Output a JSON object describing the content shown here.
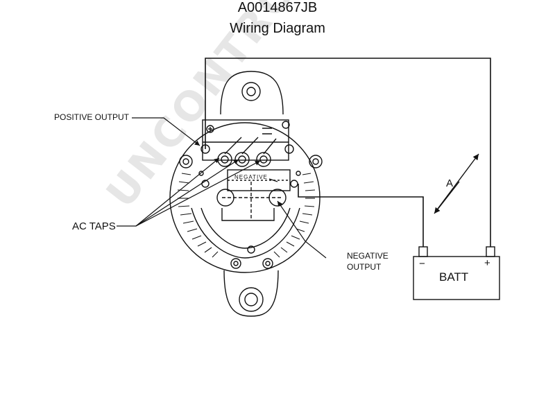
{
  "header": {
    "part_number": "A0014867JB",
    "title": "Wiring Diagram"
  },
  "labels": {
    "positive_output": "POSITIVE OUTPUT",
    "ac_taps": "AC TAPS",
    "negative_output_line1": "NEGATIVE",
    "negative_output_line2": "OUTPUT",
    "negative_plate": "NEGATIVE",
    "dimension": "A"
  },
  "battery": {
    "label": "BATT",
    "negative_terminal": "−",
    "positive_terminal": "+"
  },
  "watermark": "UNCONTROLLED COPY",
  "colors": {
    "line": "#111111",
    "watermark": "#e6e6e6"
  }
}
